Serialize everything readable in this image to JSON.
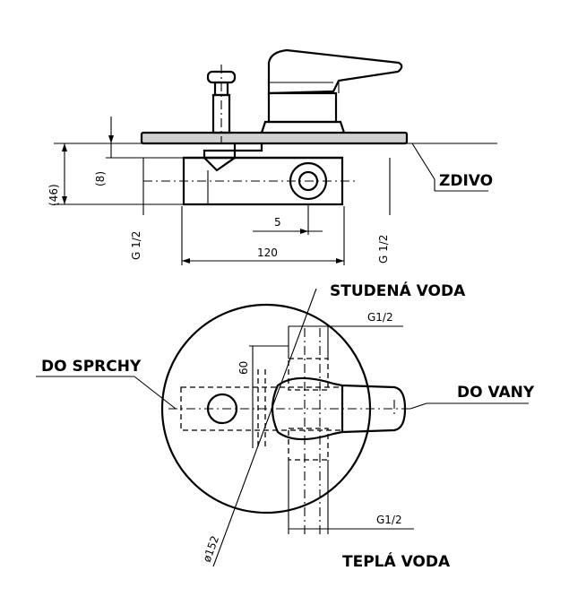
{
  "labels": {
    "zdivo": "ZDIVO",
    "studena_voda": "STUDENÁ VODA",
    "tepla_voda": "TEPLÁ VODA",
    "do_sprchy": "DO SPRCHY",
    "do_vany": "DO VANY"
  },
  "dimensions": {
    "d46": "(46)",
    "d8": "(8)",
    "d5": "5",
    "d120": "120",
    "g12_left": "G 1/2",
    "g12_right": "G 1/2",
    "g12_top": "G1/2",
    "g12_bottom": "G1/2",
    "d60": "60",
    "d152": "ø152"
  }
}
